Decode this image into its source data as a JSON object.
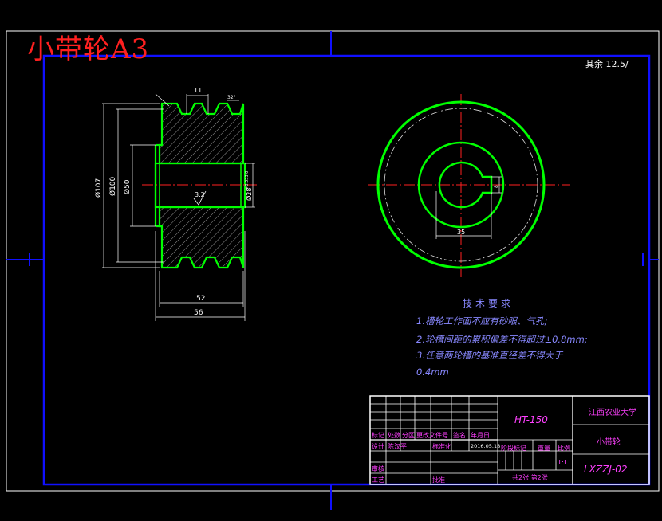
{
  "sheet": {
    "title": "小带轮A3",
    "roughness_note": "其余 12.5/"
  },
  "dimensions": {
    "groove_width": "11",
    "groove_angle": "32°",
    "chamfer": "",
    "dia_outer": "Ø107",
    "dia_pitch": "Ø100",
    "dia_hub": "Ø50",
    "dia_bore": "Ø28",
    "bore_tol": "+0.033 0",
    "roughness_bore": "3.2",
    "width_52": "52",
    "width_56": "56",
    "keyway_35": "35",
    "keyway_8": "8"
  },
  "tech_requirements": {
    "heading": "技术要求",
    "lines": [
      "1.槽轮工作面不应有砂眼、气孔;",
      "2.轮槽间距的累积偏差不得超过±0.8mm;",
      "3.任意两轮槽的基准直径差不得大于",
      "0.4mm"
    ]
  },
  "title_block": {
    "material": "HT-150",
    "school": "江西农业大学",
    "part_name": "小带轮",
    "drawing_no": "LXZZJ-02",
    "scale": "1:1",
    "sheets": "共2张 第2张",
    "labels": {
      "mark": "标记",
      "count": "处数",
      "zone": "分区",
      "change_doc": "更改文件号",
      "signature": "签名",
      "date": "年月日",
      "design": "设计",
      "design_name": "陈汉平",
      "standardize": "标准化",
      "date_val": "2016.05.18",
      "stage_mark": "阶段标记",
      "weight": "重量",
      "ratio": "比例",
      "review": "审核",
      "process": "工艺",
      "approve": "批准"
    }
  },
  "colors": {
    "frame": "#0000ff",
    "outline": "#00ff00",
    "centerline": "#ff0000",
    "text": "#ffffff",
    "title_text": "#ff40ff"
  }
}
